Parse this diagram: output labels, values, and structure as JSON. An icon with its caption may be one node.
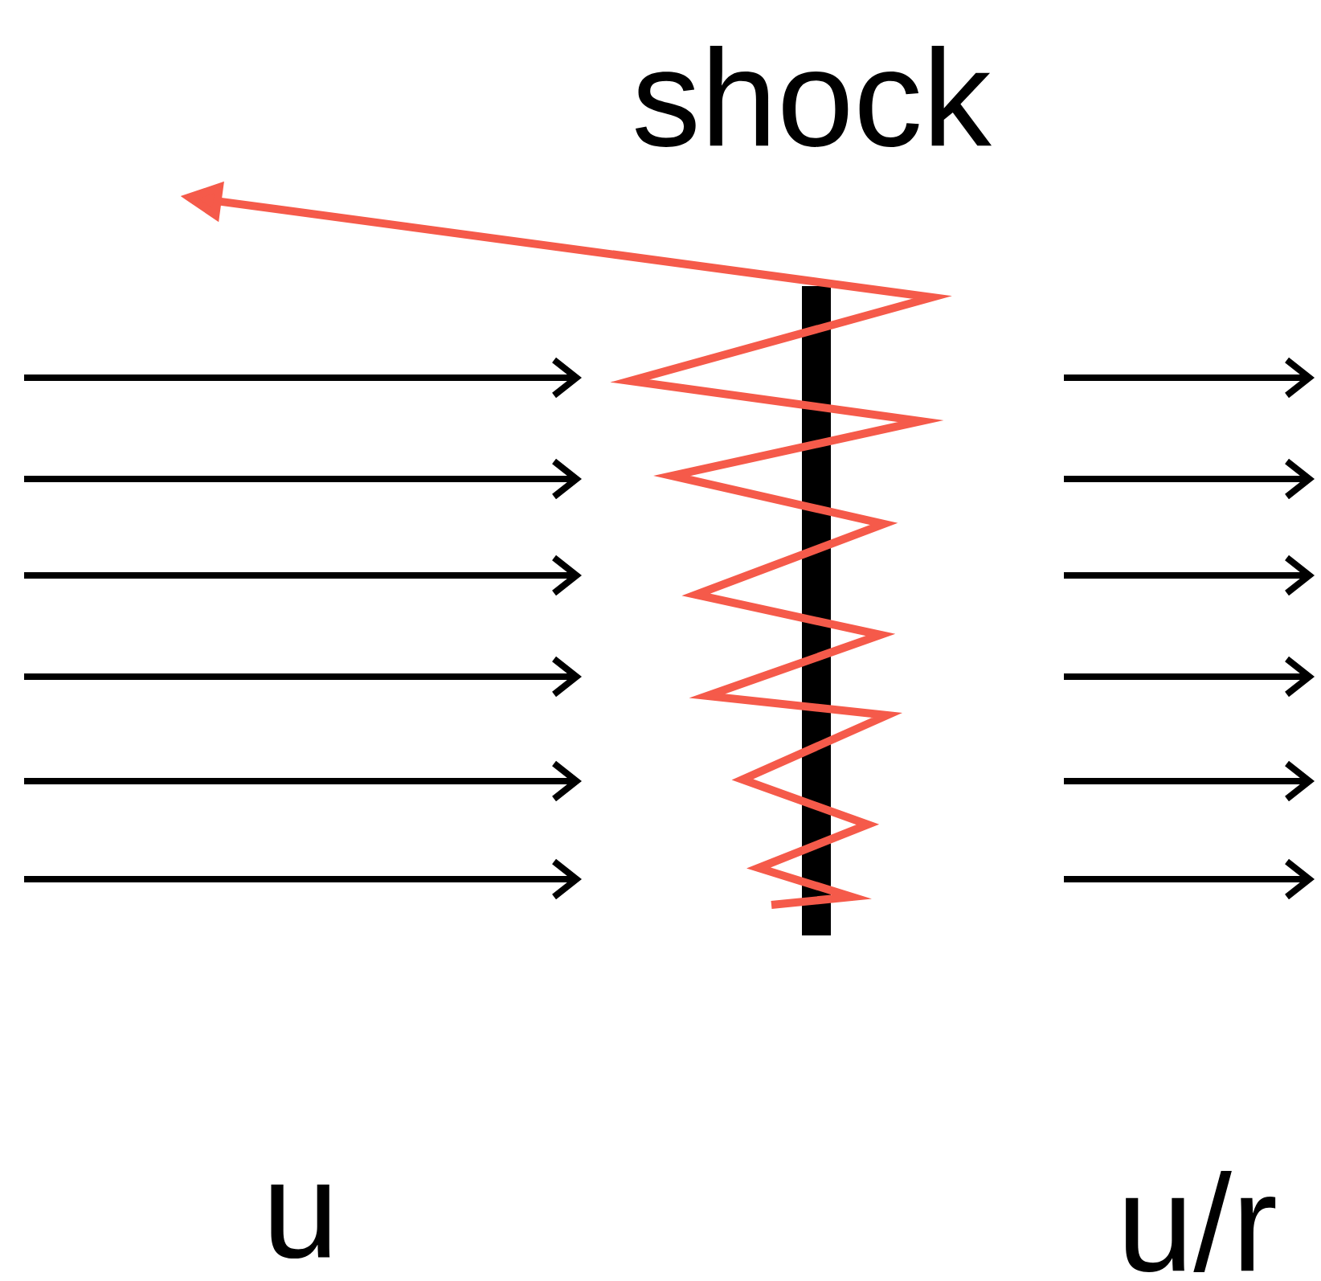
{
  "diagram": {
    "labels": [
      "shock",
      "u",
      "u/r"
    ]
  }
}
